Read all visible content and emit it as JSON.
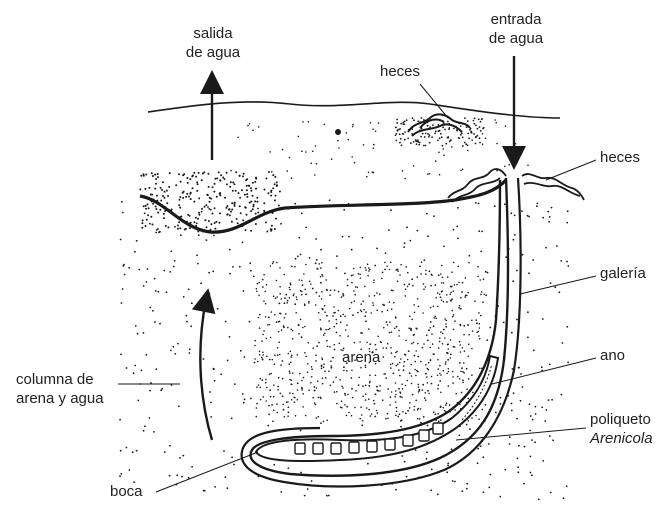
{
  "labels": {
    "salida_line1": "salida",
    "salida_line2": "de agua",
    "entrada_line1": "entrada",
    "entrada_line2": "de agua",
    "heces_top": "heces",
    "heces_right": "heces",
    "galeria": "galería",
    "arena": "arena",
    "ano": "ano",
    "columna_line1": "columna de",
    "columna_line2": "arena y agua",
    "poliqueto_line1": "poliqueto",
    "poliqueto_line2": "Arenicola",
    "boca": "boca"
  },
  "colors": {
    "ink": "#1a1a1a",
    "background": "#ffffff"
  }
}
